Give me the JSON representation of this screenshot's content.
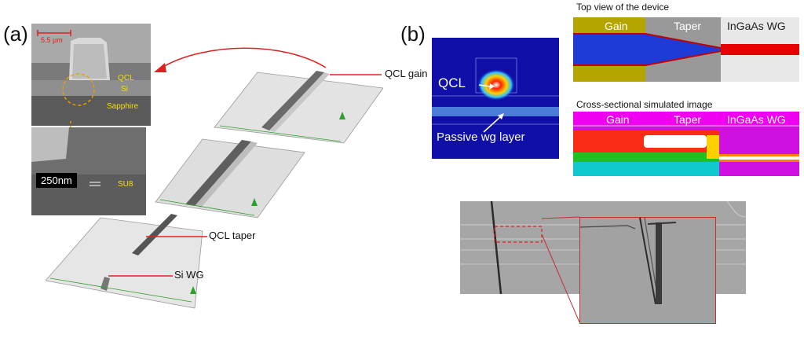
{
  "panel_a": {
    "letter": "(a)",
    "scale_top": "5.5 µm",
    "sem_labels": {
      "qcl": "QCL",
      "si": "Si",
      "sapphire": "Sapphire"
    },
    "scale_box": "250nm",
    "su8": "SU8",
    "callouts": {
      "qcl_gain": "QCL gain",
      "qcl_taper": "QCL taper",
      "si_wg": "Si WG"
    }
  },
  "panel_b": {
    "letter": "(b)",
    "mode_labels": {
      "qcl": "QCL",
      "passive": "Passive wg layer"
    },
    "top_view": {
      "title": "Top view of the device",
      "gain": "Gain",
      "taper": "Taper",
      "wg": "InGaAs WG"
    },
    "cross_section": {
      "title": "Cross-sectional simulated image",
      "gain": "Gain",
      "taper": "Taper",
      "wg": "InGaAs WG"
    }
  },
  "colors": {
    "arrow_red": "#e02020",
    "sem_yellow": "#f3e000",
    "mode_blue": "#1010a8",
    "gain_olive": "#b3a400"
  }
}
